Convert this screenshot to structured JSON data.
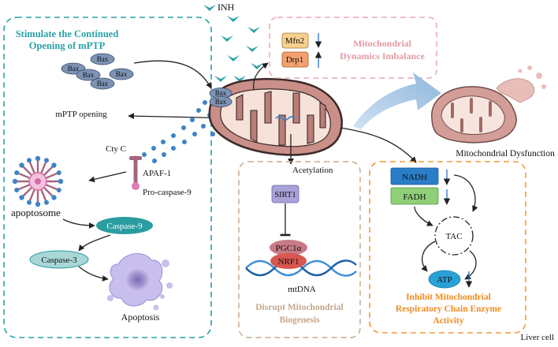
{
  "inh_label": "INH",
  "left_panel": {
    "title_line1": "Stimulate the Continued",
    "title_line2": "Opening of mPTP",
    "bax_labels": [
      "Bax",
      "Bax",
      "Bax",
      "Bax",
      "Bax"
    ],
    "mptp_label": "mPTP opening",
    "cytc_label": "Cty C",
    "apaf_label": "APAF-1",
    "procasp_label": "Pro-caspase-9",
    "apoptosome_label": "apoptosome",
    "casp9_label": "Caspase-9",
    "casp3_label": "Caspase-3",
    "apoptosis_label": "Apoptosis"
  },
  "mito_bax_labels": [
    "Bax",
    "Bax"
  ],
  "dynamics": {
    "mfn2_label": "Mfn2",
    "drp1_label": "Drp1",
    "title_line1": "Mitochondrial",
    "title_line2": "Dynamics Imbalance"
  },
  "dysfunction_label": "Mitochondrial Dysfunction",
  "biogenesis": {
    "acetylation_label": "Acetylation",
    "sirt1_label": "SIRT1",
    "pgc1a_label": "PGC1α",
    "nrf1_label": "NRF1",
    "mtdna_label": "mtDNA",
    "title_line1": "Disrupt Mitochondrial",
    "title_line2": "Biogenesis"
  },
  "respiratory": {
    "nadh_label": "NADH",
    "fadh_label": "FADH",
    "tac_label": "TAC",
    "atp_label": "ATP",
    "title_line1": "Inhibit Mitochondrial",
    "title_line2": "Respiratory Chain Enzyme",
    "title_line3": "Activity"
  },
  "liver_cell_label": "Liver cell",
  "colors": {
    "teal": "#2aa1a6",
    "pink_border": "#e8a9b4",
    "pink_title": "#e59aa3",
    "tan_border": "#c8ab8f",
    "tan_title": "#c4a68b",
    "orange_border": "#f39c3a",
    "orange_title": "#f08a22",
    "mito_fill": "#c98f88",
    "mito_outline": "#3b2a29",
    "bax_fill": "#7d93b5",
    "cyt_dot": "#3e83c7",
    "arrow_blue": "#3a7bd5"
  }
}
